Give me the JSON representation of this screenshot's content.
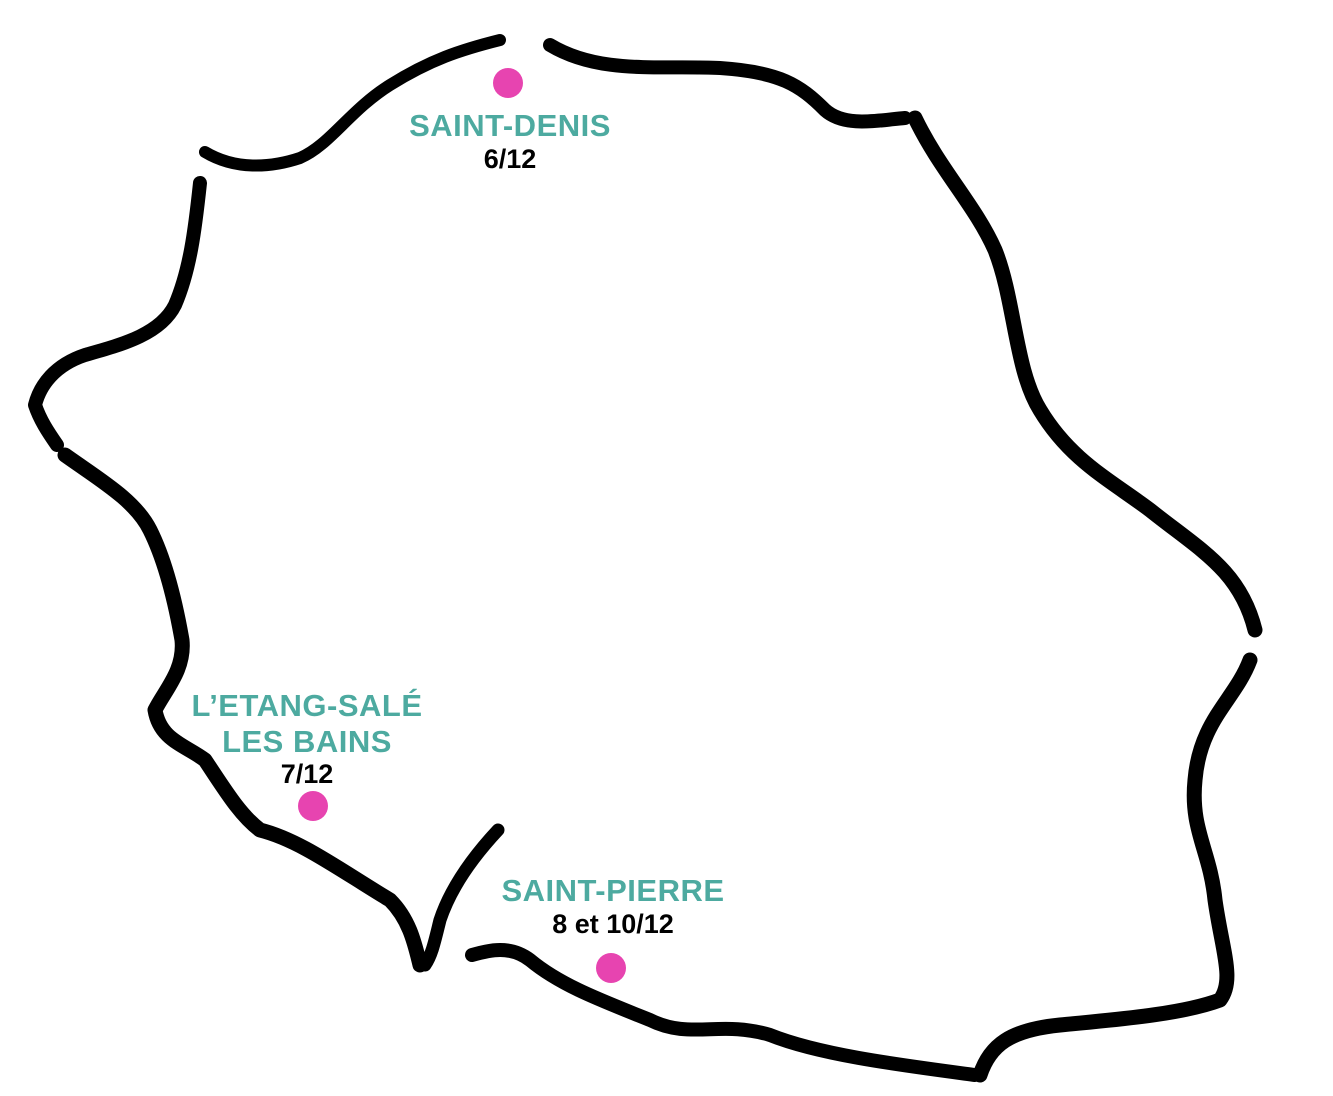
{
  "colors": {
    "outline": "#000000",
    "marker": "#e744b0",
    "label": "#4daaa0",
    "date": "#000000",
    "background": "#ffffff"
  },
  "locations": [
    {
      "id": "saint-denis",
      "name_lines": [
        "SAINT-DENIS"
      ],
      "date": "6/12"
    },
    {
      "id": "etang-sale",
      "name_lines": [
        "L’ETANG-SALÉ",
        "LES BAINS"
      ],
      "date": "7/12"
    },
    {
      "id": "saint-pierre",
      "name_lines": [
        "SAINT-PIERRE"
      ],
      "date": "8 et 10/12"
    }
  ]
}
